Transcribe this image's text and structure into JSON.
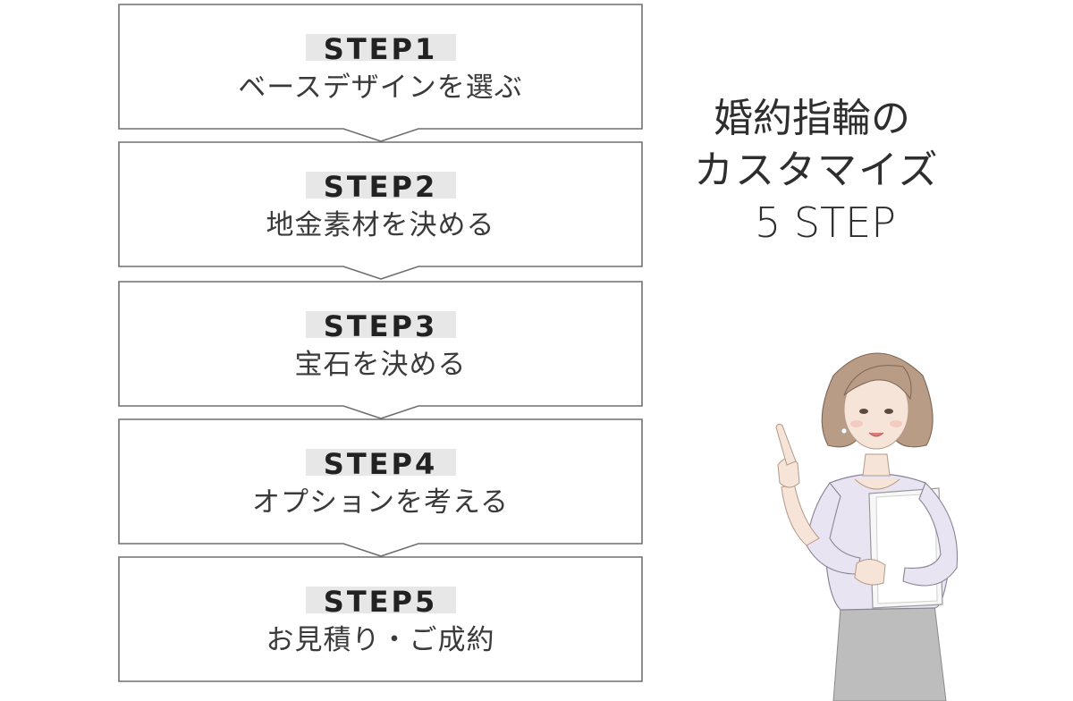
{
  "title": {
    "line1": "婚約指輪の",
    "line2": "カスタマイズ",
    "line3": "5 STEP"
  },
  "steps": [
    {
      "label": "STEP1",
      "text": "ベースデザインを選ぶ"
    },
    {
      "label": "STEP2",
      "text": "地金素材を決める"
    },
    {
      "label": "STEP3",
      "text": "宝石を決める"
    },
    {
      "label": "STEP4",
      "text": "オプションを考える"
    },
    {
      "label": "STEP5",
      "text": "お見積り・ご成約"
    }
  ],
  "colors": {
    "border": "#6f6f6f",
    "label_bg": "#e7e7e7",
    "text": "#333333"
  }
}
